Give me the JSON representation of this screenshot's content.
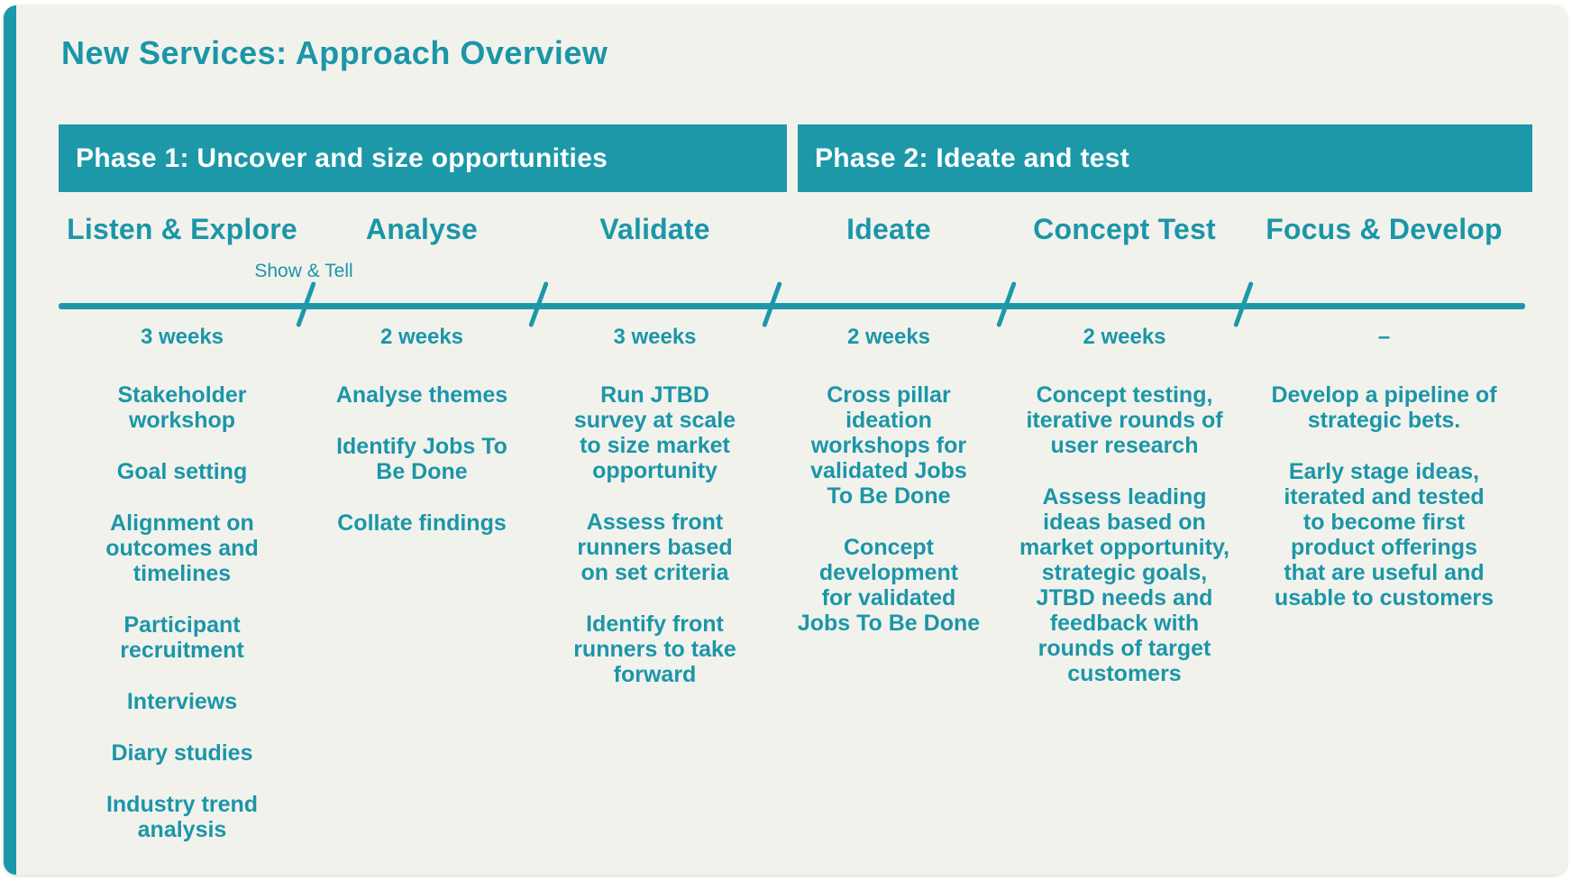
{
  "page": {
    "title": "New Services: Approach Overview"
  },
  "colors": {
    "accent": "#1D98A9",
    "text": "#1B96A8",
    "card_bg": "#F2F2ED",
    "banner_text": "#FFFFFF"
  },
  "phases": [
    {
      "label": "Phase 1: Uncover and size opportunities"
    },
    {
      "label": "Phase 2: Ideate and test"
    }
  ],
  "timeline": {
    "milestone_label": "Show & Tell"
  },
  "columns": [
    {
      "heading": "Listen & Explore",
      "duration": "3 weeks",
      "items": [
        "Stakeholder\nworkshop",
        "Goal setting",
        "Alignment on\noutcomes and\ntimelines",
        "Participant\nrecruitment",
        "Interviews",
        "Diary studies",
        "Industry trend\nanalysis"
      ]
    },
    {
      "heading": "Analyse",
      "duration": "2 weeks",
      "items": [
        "Analyse themes",
        "Identify Jobs To\nBe Done",
        "Collate findings"
      ]
    },
    {
      "heading": "Validate",
      "duration": "3 weeks",
      "items": [
        "Run JTBD\nsurvey at scale\nto size market\nopportunity",
        "Assess front\nrunners based\non set criteria",
        "Identify front\nrunners to take\nforward"
      ]
    },
    {
      "heading": "Ideate",
      "duration": "2 weeks",
      "items": [
        "Cross pillar\nideation\nworkshops for\nvalidated Jobs\nTo Be Done",
        "Concept\ndevelopment\nfor validated\nJobs To Be Done"
      ]
    },
    {
      "heading": "Concept Test",
      "duration": "2 weeks",
      "items": [
        "Concept testing,\niterative rounds of\nuser research",
        "Assess leading\nideas based on\nmarket opportunity,\nstrategic goals,\nJTBD needs and\nfeedback with\nrounds of target\ncustomers"
      ]
    },
    {
      "heading": "Focus & Develop",
      "duration": "–",
      "items": [
        "Develop a pipeline of\nstrategic bets.",
        "Early stage ideas,\niterated and tested\nto become first\nproduct offerings\nthat are useful and\nusable to customers"
      ]
    }
  ]
}
